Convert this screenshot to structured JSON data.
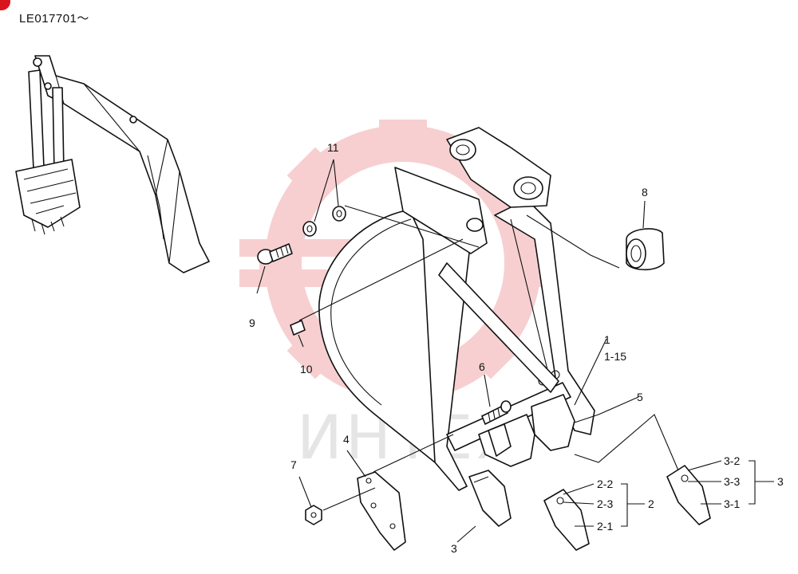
{
  "serial_label": "LE017701～",
  "watermark": {
    "text": "ИНТЕХ",
    "color": "#f2a9ac"
  },
  "accent_color": "#d9141c",
  "callouts": {
    "c1": "1",
    "c1_15": "1-15",
    "c2": "2",
    "c2_1": "2-1",
    "c2_2": "2-2",
    "c2_3": "2-3",
    "c3_bottom": "3",
    "c3_right": "3",
    "c3_1": "3-1",
    "c3_2": "3-2",
    "c3_3": "3-3",
    "c4": "4",
    "c5": "5",
    "c6": "6",
    "c7": "7",
    "c8": "8",
    "c9": "9",
    "c10": "10",
    "c11": "11"
  }
}
